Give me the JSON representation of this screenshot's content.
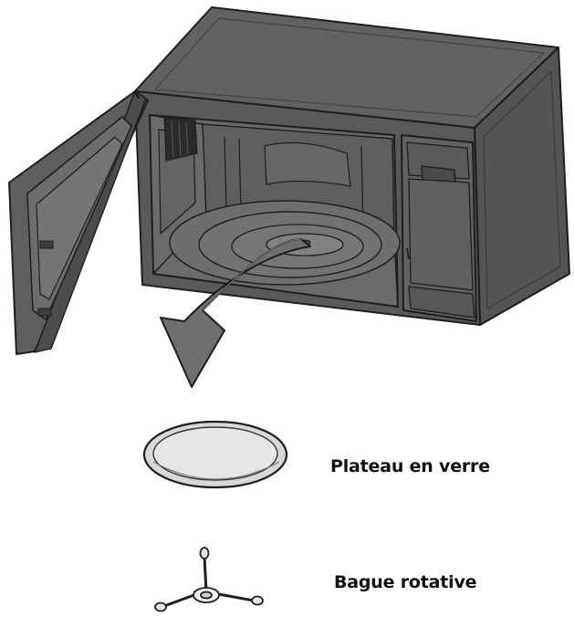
{
  "labels": {
    "glass_plate": "Plateau en verre",
    "rotating_ring": "Bague rotative"
  },
  "icons": {
    "microwave": "microwave-oven-open-door",
    "arrow": "curved-arrow-down",
    "plate": "glass-plate",
    "ring": "rotating-ring"
  },
  "colors": {
    "body": "#5b5b5b",
    "body_dark": "#3f3f3f",
    "body_light": "#7d7d7d",
    "line": "#1e1e1e",
    "arrow": "#6f6f6f",
    "plate_fill": "#dcdcdc",
    "ring_fill": "#e4e4e4"
  }
}
